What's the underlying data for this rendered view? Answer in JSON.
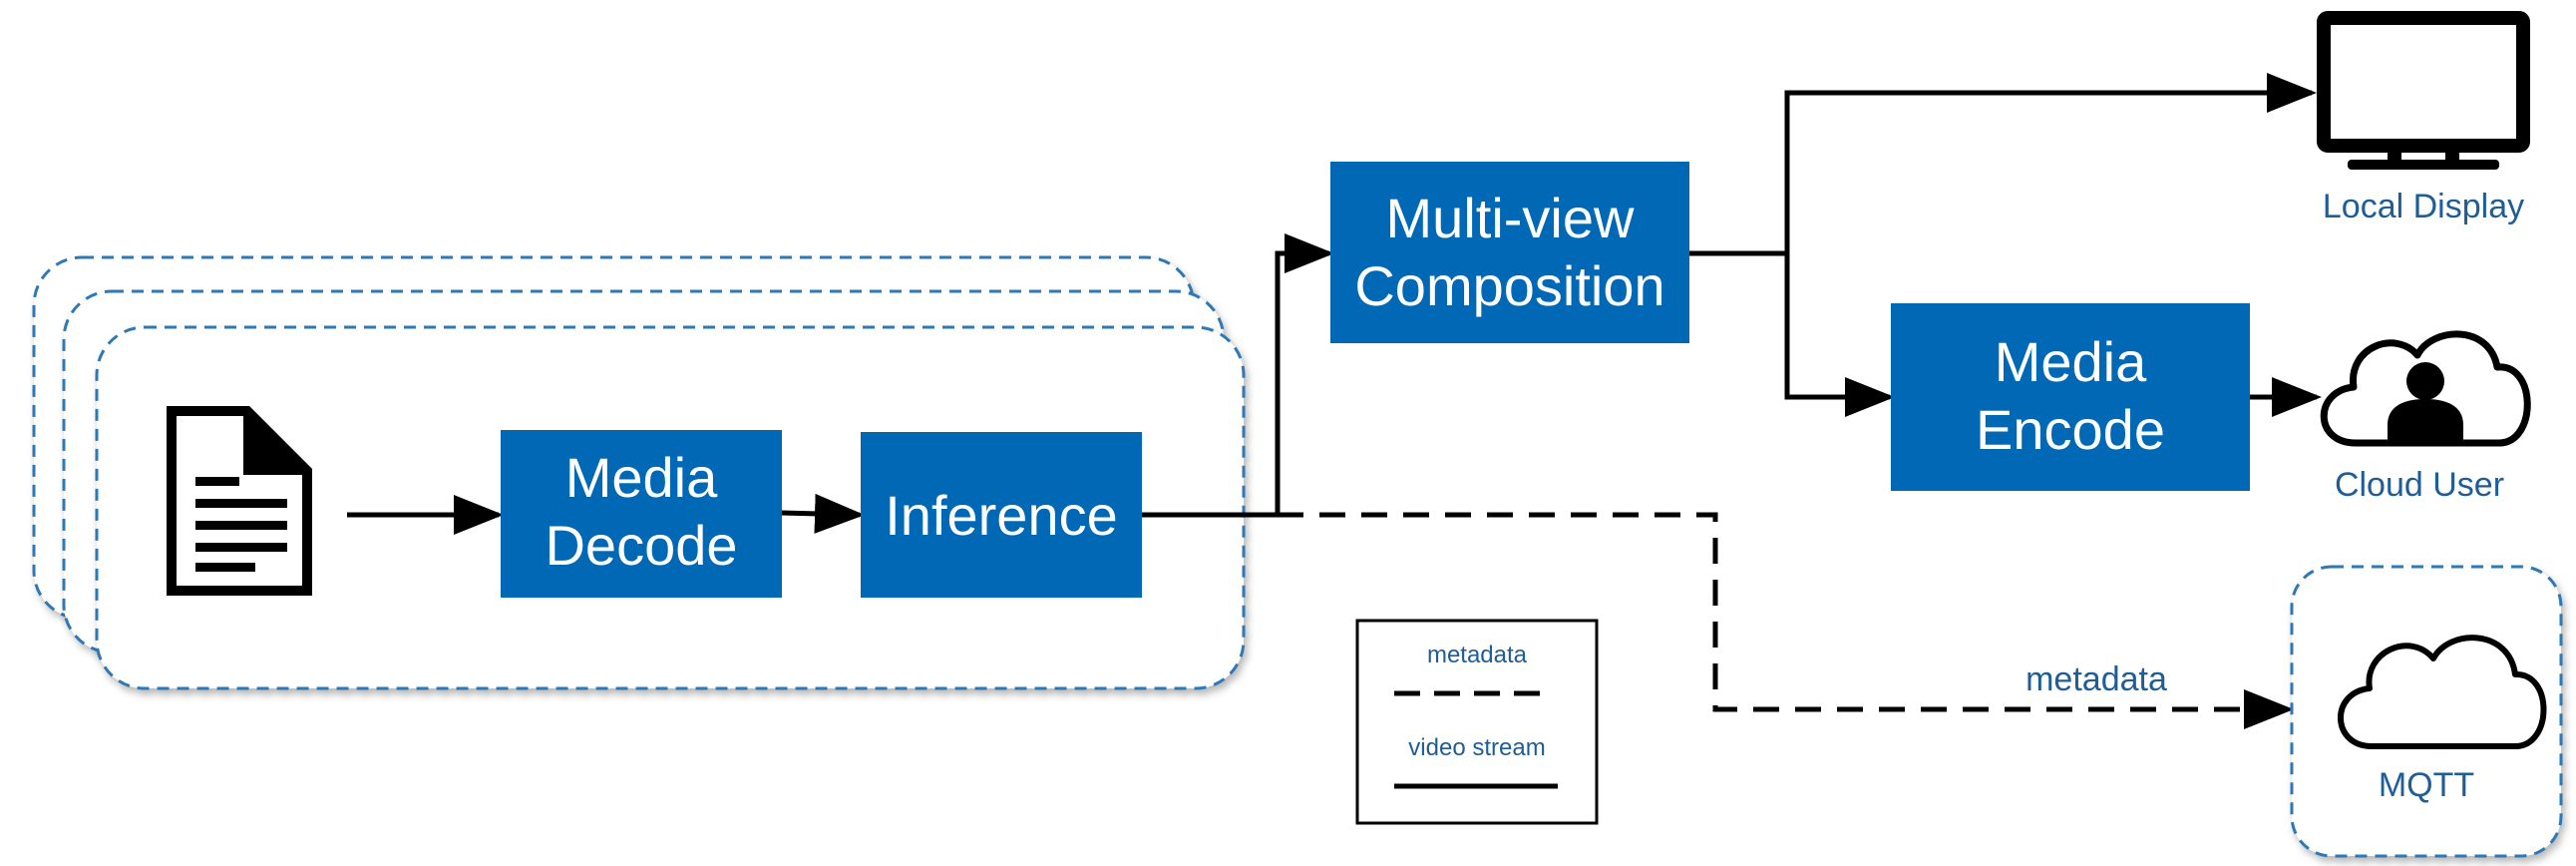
{
  "colors": {
    "block_fill": "#0068b5",
    "block_text": "#ffffff",
    "label_text": "#1f5d96",
    "dashed_border": "#2f78b6",
    "line": "#000000"
  },
  "blocks": {
    "media_decode": [
      "Media",
      "Decode"
    ],
    "inference": [
      "Inference"
    ],
    "multiview_composition": [
      "Multi-view",
      "Composition"
    ],
    "media_encode": [
      "Media",
      "Encode"
    ]
  },
  "outputs": {
    "local_display": {
      "label": "Local Display",
      "icon": "monitor-icon"
    },
    "cloud_user": {
      "label": "Cloud User",
      "icon": "cloud-user-icon"
    },
    "mqtt": {
      "label": "MQTT",
      "icon": "cloud-icon"
    }
  },
  "input_icon": "document-icon",
  "edge_labels": {
    "metadata": "metadata"
  },
  "legend": {
    "metadata_label": "metadata",
    "metadata_style": "dashed",
    "video_stream_label": "video stream",
    "video_stream_style": "solid"
  }
}
